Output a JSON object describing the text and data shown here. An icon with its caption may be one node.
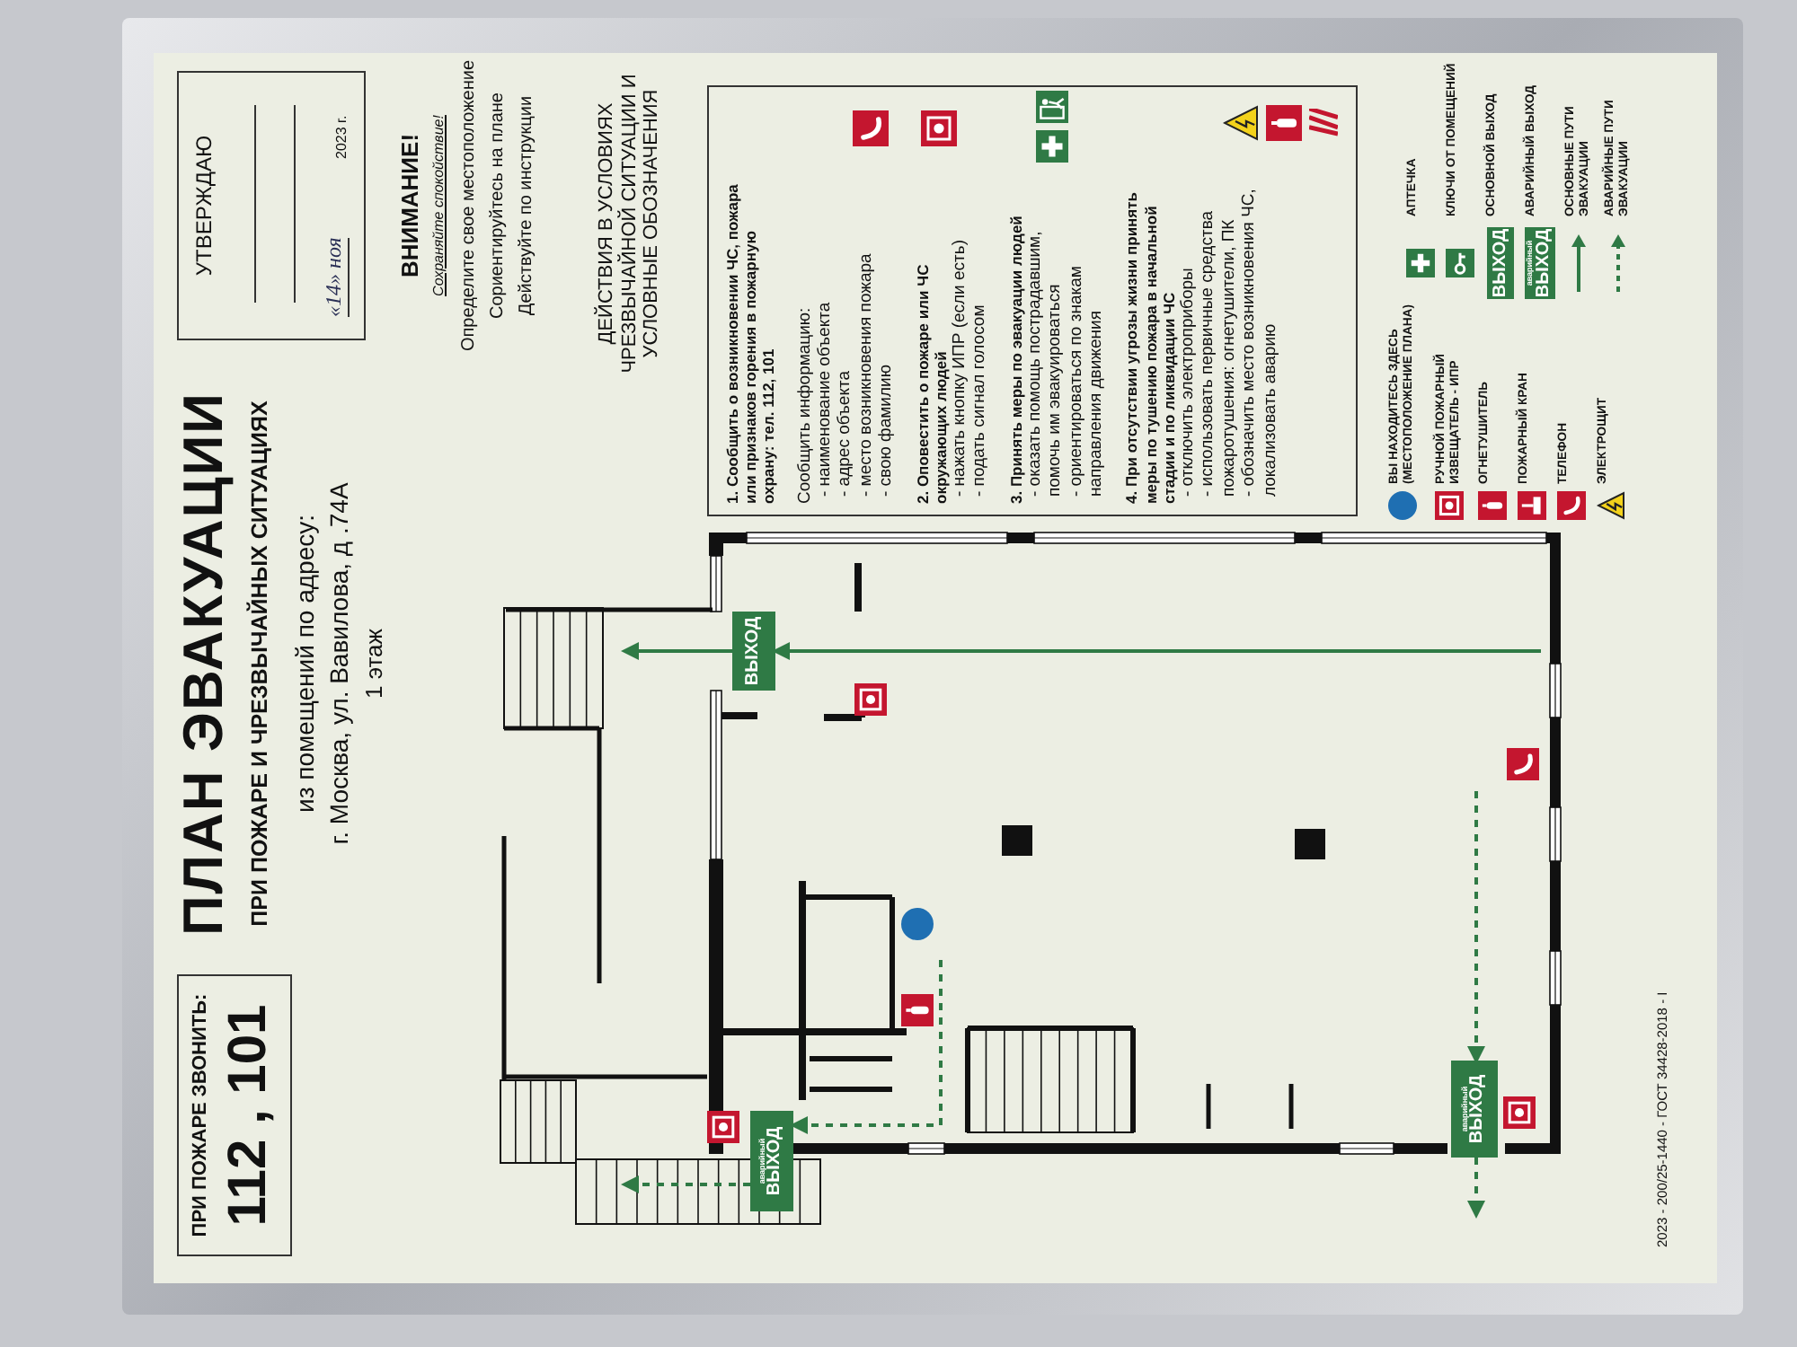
{
  "diagram": {
    "title": "ПЛАН ЭВАКУАЦИИ",
    "nodes": [
      {
        "text": [
          "ПРИ ПОЖАРЕ ЗВОНИТЬ:",
          "112 , 101"
        ]
      },
      {
        "text": [
          "УТВЕРЖДАЮ",
          "«14» ноя",
          "2023 г."
        ]
      },
      {
        "text": [
          "1. Сообщить о возникновении ЧС, пожара или признаков горения в пожарную охрану: тел. 112, 101",
          "Сообщить информацию:",
          "- наименование объекта",
          "- адрес объекта",
          "- место возникновения пожара",
          "- свою фамилию",
          "2. Оповестить о пожаре или ЧС окружающих людей",
          "- нажать кнопку ИПР (если есть)",
          "- подать сигнал голосом",
          "3. Принять меры по эвакуации людей",
          "- оказать помощь пострадавшим, помочь им эвакуироваться",
          "- ориентироваться по знакам направления движения",
          "4. При отсутствии угрозы жизни принять меры по тушению пожара в начальной стадии и по ликвидации ЧС",
          "- отключить электроприборы",
          "- использовать первичные средства пожаротушения: огнетушители, ПК",
          "- обозначить место возникновения ЧС, локализовать аварию"
        ]
      },
      {
        "text": [
          "ВЫХОД"
        ]
      },
      {
        "text": [
          "аварийный",
          "ВЫХОД"
        ]
      },
      {
        "text": [
          "аварийный",
          "ВЫХОД"
        ]
      }
    ],
    "edges": [
      {
        "from": null,
        "to": 3,
        "arrow": "to"
      },
      {
        "from": 3,
        "to": null,
        "arrow": "to"
      },
      {
        "from": null,
        "to": 4,
        "arrow": "to",
        "style": "dashed"
      },
      {
        "from": 4,
        "to": null,
        "arrow": "to",
        "style": "dashed"
      },
      {
        "from": null,
        "to": 5,
        "arrow": "to",
        "style": "dashed"
      },
      {
        "from": 5,
        "to": null,
        "arrow": "to",
        "style": "dashed"
      }
    ],
    "labels": [
      "ПРИ ПОЖАРЕ И ЧРЕЗВЫЧАЙНЫХ СИТУАЦИЯХ",
      "из помещений по адресу:",
      "г. Москва, ул. Вавилова, д .74А",
      "1 этаж",
      "ВНИМАНИЕ!",
      "Сохраняйте спокойствие!",
      "Определите свое местоположение",
      "Сориентируйтесь на плане",
      "Действуйте по инструкции",
      "ДЕЙСТВИЯ В УСЛОВИЯХ ЧРЕЗВЫЧАЙНОЙ СИТУАЦИИ И УСЛОВНЫЕ ОБОЗНАЧЕНИЯ",
      "ВЫХОД",
      "аварийный",
      "ВЫХОД",
      "2023 - 200/25-1440 - ГОСТ 34428-2018 - I"
    ],
    "legend": [
      {
        "text": "ВЫ НАХОДИТЕСЬ ЗДЕСЬ (МЕСТОПОЛОЖЕНИЕ ПЛАНА)",
        "color": "#1f6fb2"
      },
      {
        "text": "РУЧНОЙ ПОЖАРНЫЙ ИЗВЕЩАТЕЛЬ - ИПР"
      },
      {
        "text": "ОГНЕТУШИТЕЛЬ"
      },
      {
        "text": "ПОЖАРНЫЙ КРАН"
      },
      {
        "text": "ТЕЛЕФОН"
      },
      {
        "text": "ЭЛЕКТРОЩИТ"
      },
      {
        "text": "АПТЕЧКА"
      },
      {
        "text": "КЛЮЧИ ОТ ПОМЕЩЕНИЙ"
      },
      {
        "text": "ОСНОВНОЙ ВЫХОД"
      },
      {
        "text": "АВАРИЙНЫЙ ВЫХОД"
      },
      {
        "text": "ОСНОВНЫЕ ПУТИ ЭВАКУАЦИИ"
      },
      {
        "text": "АВАРИЙНЫЕ ПУТИ ЭВАКУАЦИИ"
      }
    ]
  }
}
